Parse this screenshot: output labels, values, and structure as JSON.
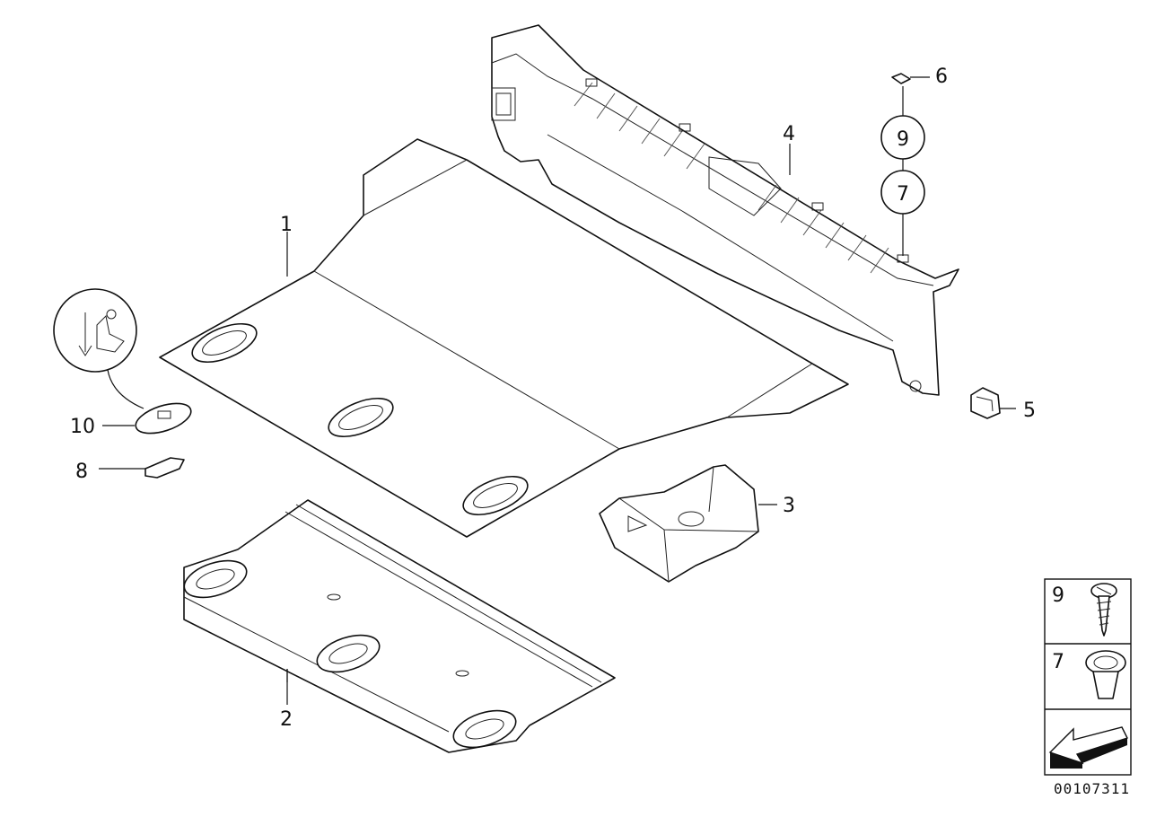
{
  "diagram": {
    "part_labels": {
      "p1": "1",
      "p2": "2",
      "p3": "3",
      "p4": "4",
      "p5": "5",
      "p6": "6",
      "p7": "7",
      "p8": "8",
      "p9": "9",
      "p10": "10"
    },
    "legend": {
      "item_9": "9",
      "item_7": "7"
    },
    "catalog_code": "00107311"
  }
}
